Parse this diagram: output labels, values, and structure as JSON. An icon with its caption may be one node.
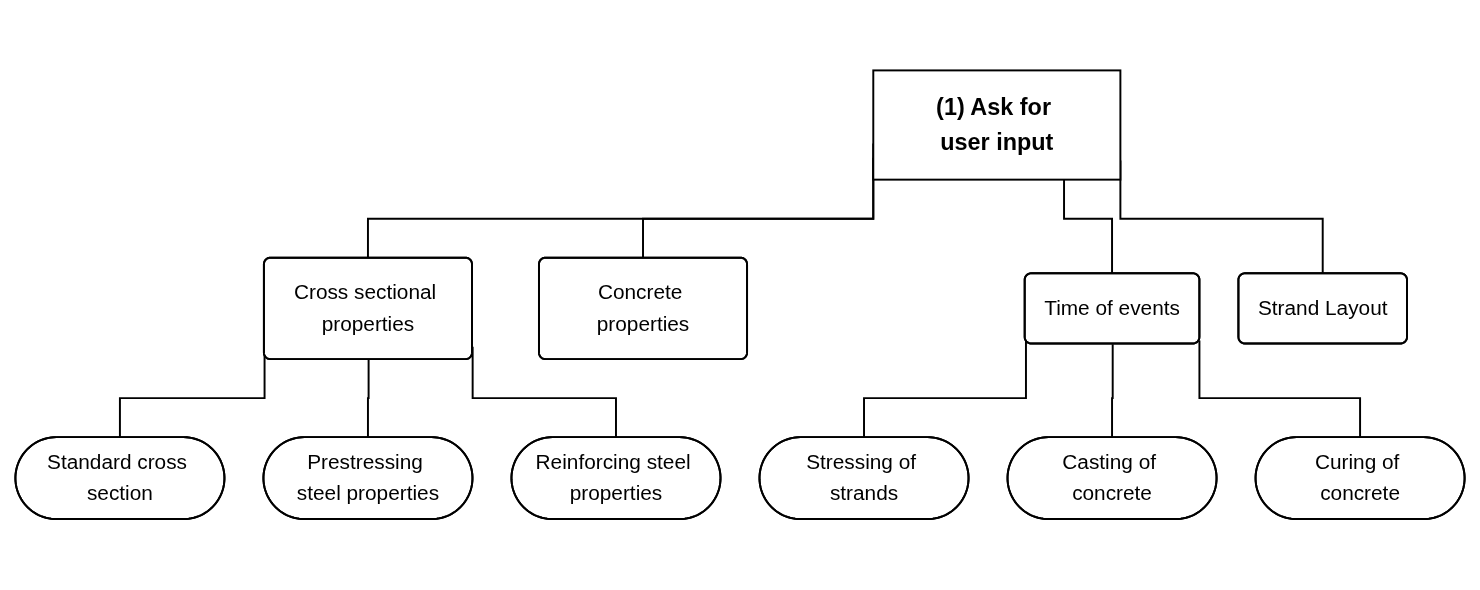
{
  "diagram": {
    "nodes": [
      {
        "text": [
          "(1) Ask for user input"
        ]
      },
      {
        "text": [
          "Cross sectional properties"
        ]
      },
      {
        "text": [
          "Concrete properties"
        ]
      },
      {
        "text": [
          "Time of events"
        ]
      },
      {
        "text": [
          "Strand Layout"
        ]
      },
      {
        "text": [
          "Standard cross section"
        ]
      },
      {
        "text": [
          "Prestressing steel properties"
        ]
      },
      {
        "text": [
          "Reinforcing steel properties"
        ]
      },
      {
        "text": [
          "Stressing of strands"
        ]
      },
      {
        "text": [
          "Casting of concrete"
        ]
      },
      {
        "text": [
          "Curing of concrete"
        ]
      }
    ],
    "edges": [
      {
        "from": 0,
        "to": 1,
        "arrow": "none"
      },
      {
        "from": 0,
        "to": 2,
        "arrow": "none"
      },
      {
        "from": 0,
        "to": 3,
        "arrow": "none"
      },
      {
        "from": 0,
        "to": 4,
        "arrow": "none"
      },
      {
        "from": 1,
        "to": 5,
        "arrow": "none"
      },
      {
        "from": 1,
        "to": 6,
        "arrow": "none"
      },
      {
        "from": 1,
        "to": 7,
        "arrow": "none"
      },
      {
        "from": 3,
        "to": 8,
        "arrow": "none"
      },
      {
        "from": 3,
        "to": 9,
        "arrow": "none"
      },
      {
        "from": 3,
        "to": 10,
        "arrow": "none"
      }
    ]
  }
}
